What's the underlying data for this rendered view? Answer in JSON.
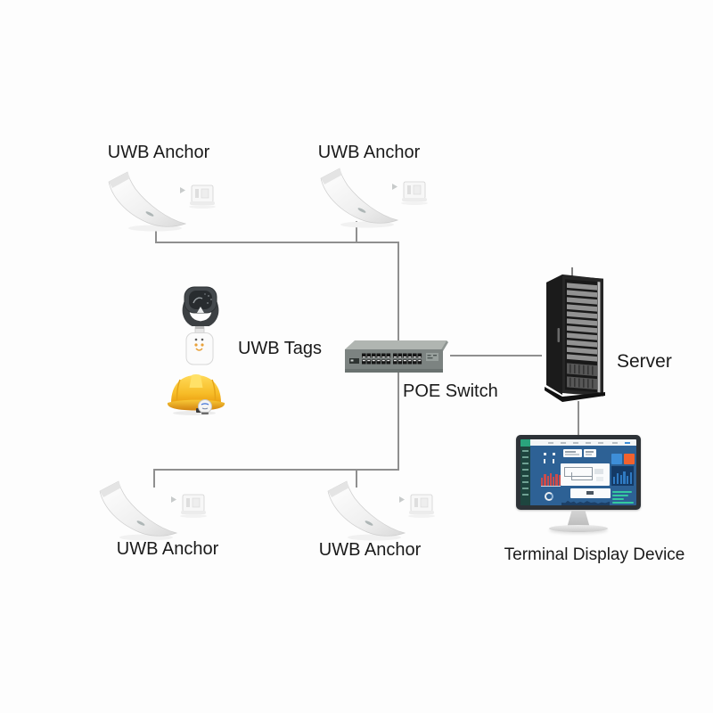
{
  "diagram": {
    "title_hint": "UWB positioning system architecture",
    "background_color": "#fdfdfd",
    "line_color": "#8f8f8f",
    "text_color": "#1a1a1a",
    "labels": {
      "anchor_top_left": "UWB Anchor",
      "anchor_top_right": "UWB Anchor",
      "anchor_bottom_left": "UWB Anchor",
      "anchor_bottom_center": "UWB Anchor",
      "uwb_tags": "UWB Tags",
      "poe_switch": "POE Switch",
      "server": "Server",
      "terminal_display": "Terminal Display Device"
    },
    "devices": [
      {
        "name": "uwb-anchor-device",
        "count": 4,
        "appearance": "white curved blade antenna with small wall mount"
      },
      {
        "name": "smartwatch-tag",
        "appearance": "dark smartwatch, band curled"
      },
      {
        "name": "badge-tag",
        "appearance": "white card tag with clip"
      },
      {
        "name": "hardhat-tag",
        "appearance": "yellow safety helmet with round white tag"
      },
      {
        "name": "poe-switch-device",
        "appearance": "gray 24-port rack switch"
      },
      {
        "name": "server-rack",
        "appearance": "black server tower with slats"
      },
      {
        "name": "terminal-monitor",
        "appearance": "desktop monitor showing teal/blue dashboard"
      }
    ],
    "accent_colors": {
      "helmet_yellow": "#f5b61d",
      "dashboard_blue": "#2d6195",
      "dashboard_teal_sidebar": "#1e453f",
      "dashboard_green": "#2aa37d",
      "dashboard_orange_tile": "#f2622e",
      "dashboard_blue_tile": "#3e8ed8",
      "dashboard_red_bars": "#cc4b4b"
    }
  }
}
